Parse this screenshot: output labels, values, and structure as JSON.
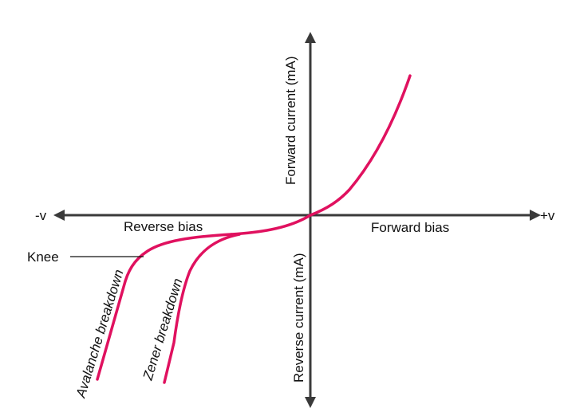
{
  "diagram": {
    "axes": {
      "neg_x_label": "-v",
      "pos_x_label": "+v",
      "reverse_bias_label": "Reverse bias",
      "forward_bias_label": "Forward bias",
      "forward_current_label": "Forward current (mA)",
      "reverse_current_label": "Reverse current  (mA)"
    },
    "annotations": {
      "knee_label": "Knee",
      "avalanche_label": "Avalanche breakdown",
      "zener_label": "Zener breakdown"
    },
    "colors": {
      "curve": "#e0115f",
      "axis": "#3a3a3a",
      "text": "#111111"
    }
  }
}
